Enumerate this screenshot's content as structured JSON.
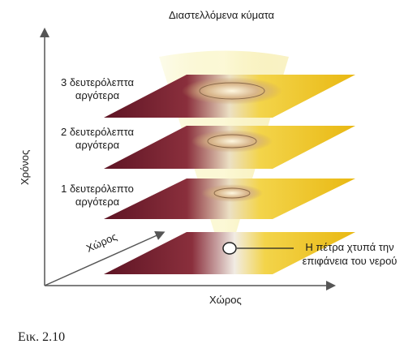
{
  "title": "Διαστελλόμενα κύματα",
  "layers": [
    {
      "line1": "3 δευτερόλεπτα",
      "line2": "αργότερα"
    },
    {
      "line1": "2 δευτερόλεπτα",
      "line2": "αργότερα"
    },
    {
      "line1": "1 δευτερόλεπτο",
      "line2": "αργότερα"
    }
  ],
  "note": {
    "line1": "Η πέτρα χτυπά την",
    "line2": "επιφάνεια του νερού"
  },
  "axes": {
    "x": "Χώρος",
    "y": "Χρόνος",
    "z": "Χώρος"
  },
  "caption": "Εικ. 2.10",
  "colors": {
    "maroon": "#6b1a2a",
    "yellow": "#f0c419",
    "light_yellow": "#f7f1a8",
    "axis": "#555555"
  }
}
